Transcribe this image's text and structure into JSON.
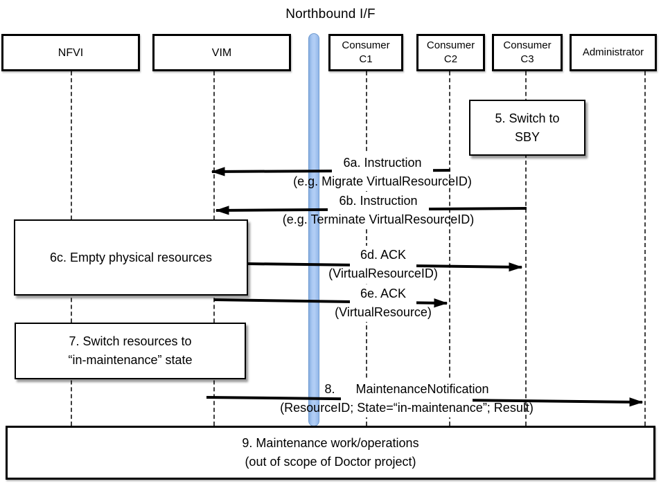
{
  "title": "Northbound I/F",
  "actors": {
    "nfvi": {
      "label": "NFVI"
    },
    "vim": {
      "label": "VIM"
    },
    "c1": {
      "line1": "Consumer",
      "line2": "C1"
    },
    "c2": {
      "line1": "Consumer",
      "line2": "C2"
    },
    "c3": {
      "line1": "Consumer",
      "line2": "C3"
    },
    "admin": {
      "label": "Administrator"
    }
  },
  "boxes": {
    "switch_sby": {
      "line1": "5. Switch to",
      "line2": "SBY"
    },
    "empty_resources": {
      "label": "6c. Empty physical resources"
    },
    "switch_maintenance": {
      "line1": "7. Switch resources to",
      "line2": "“in-maintenance” state"
    },
    "maintenance_work": {
      "line1": "9. Maintenance work/operations",
      "line2": "(out of scope of Doctor project)"
    }
  },
  "messages": {
    "m6a": {
      "from": "Consumer C2",
      "to": "VIM",
      "line1": "6a. Instruction",
      "line2": "(e.g. Migrate VirtualResourceID)"
    },
    "m6b": {
      "from": "Consumer C3",
      "to": "VIM",
      "line1": "6b. Instruction",
      "line2": "(e.g. Terminate VirtualResourceID)"
    },
    "m6d": {
      "from": "VIM",
      "to": "Consumer C3",
      "line1": "6d. ACK",
      "line2": "(VirtualResourceID)"
    },
    "m6e": {
      "from": "VIM",
      "to": "Consumer C2",
      "line1": "6e. ACK",
      "line2": "(VirtualResource)"
    },
    "m8": {
      "from": "VIM",
      "to": "Administrator",
      "line1": "8.      MaintenanceNotification",
      "line2": "(ResourceID; State=“in-maintenance”; Result)"
    }
  },
  "colors": {
    "northbound_bar_fill": "#a9c8f2",
    "northbound_bar_border": "#6f9ad0",
    "arrow": "#000000",
    "lifeline": "#3d3d3d"
  }
}
